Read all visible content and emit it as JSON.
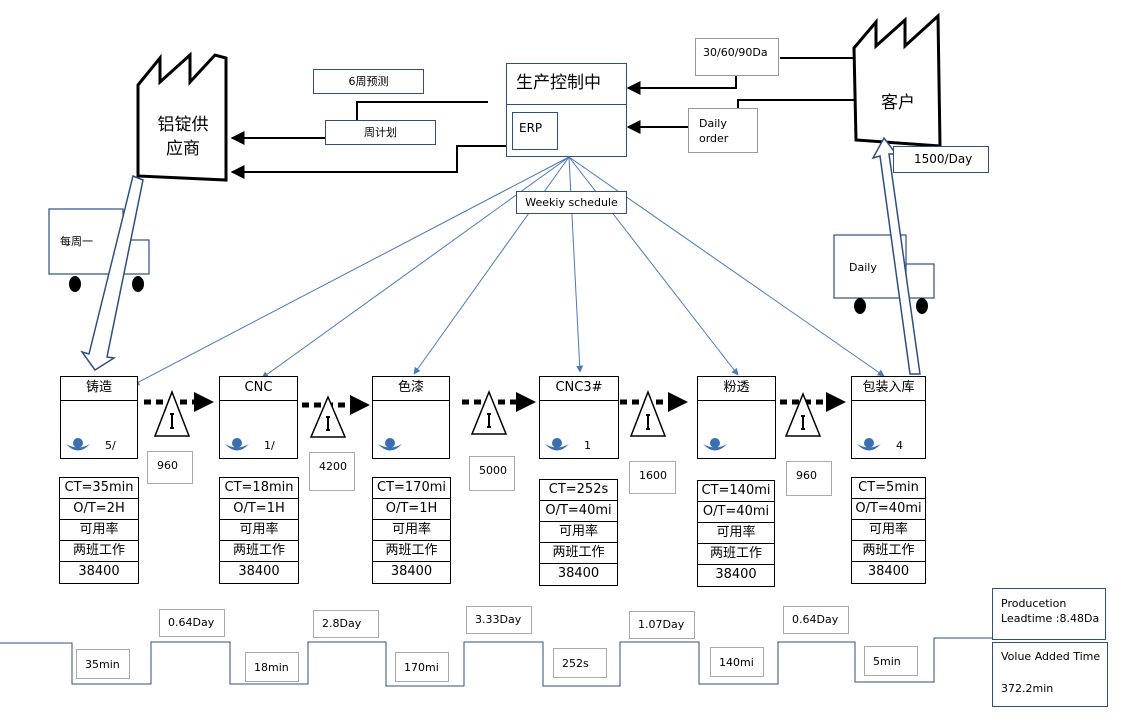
{
  "supplier": {
    "label": "铝锭供应商",
    "label_line1": "铝锭供",
    "label_line2": "应商"
  },
  "customer": {
    "label": "客户"
  },
  "control": {
    "title": "生产控制中",
    "erp": "ERP"
  },
  "info": {
    "forecast_6w": "6周预测",
    "weekly_plan": "周计划",
    "customer_forecast": "30/60/90Da",
    "daily_order_line1": "Daily",
    "daily_order_line2": "order",
    "weekly_schedule": "Weekiy schedule",
    "customer_demand": "1500/Day"
  },
  "trucks": {
    "inbound": "每周一",
    "outbound": "Daily"
  },
  "processes": [
    {
      "name": "铸造",
      "operators": "5/",
      "ct": "CT=35min",
      "ot": "O/T=2H",
      "avail": "可用率",
      "shift": "两班工作",
      "time": "38400"
    },
    {
      "name": "CNC",
      "operators": "1/",
      "ct": "CT=18min",
      "ot": "O/T=1H",
      "avail": "可用率",
      "shift": "两班工作",
      "time": "38400"
    },
    {
      "name": "色漆",
      "operators": "",
      "ct": "CT=170mi",
      "ot": "O/T=1H",
      "avail": "可用率",
      "shift": "两班工作",
      "time": "38400"
    },
    {
      "name": "CNC3#",
      "operators": "1",
      "ct": "CT=252s",
      "ot": "O/T=40mi",
      "avail": "可用率",
      "shift": "两班工作",
      "time": "38400"
    },
    {
      "name": "粉透",
      "operators": "",
      "ct": "CT=140mi",
      "ot": "O/T=40mi",
      "avail": "可用率",
      "shift": "两班工作",
      "time": "38400"
    },
    {
      "name": "包装入库",
      "operators": "4",
      "ct": "CT=5min",
      "ot": "O/T=40mi",
      "avail": "可用率",
      "shift": "两班工作",
      "time": "38400"
    }
  ],
  "inventory": [
    "960",
    "4200",
    "5000",
    "1600",
    "960"
  ],
  "timeline": {
    "wait_days": [
      "0.64Day",
      "2.8Day",
      "3.33Day",
      "1.07Day",
      "0.64Day"
    ],
    "cycle_times": [
      "35min",
      "18min",
      "170mi",
      "252s",
      "140mi",
      "5min"
    ]
  },
  "summary": {
    "lead_title": "Producetion",
    "lead_value": "Leadtime :8.48Da",
    "va_title": "Volue Added Time",
    "va_value": "372.2min"
  },
  "colors": {
    "info_line": "#4a7ab8",
    "frame": "#2f4f7f",
    "operator": "#3a6fb0"
  }
}
